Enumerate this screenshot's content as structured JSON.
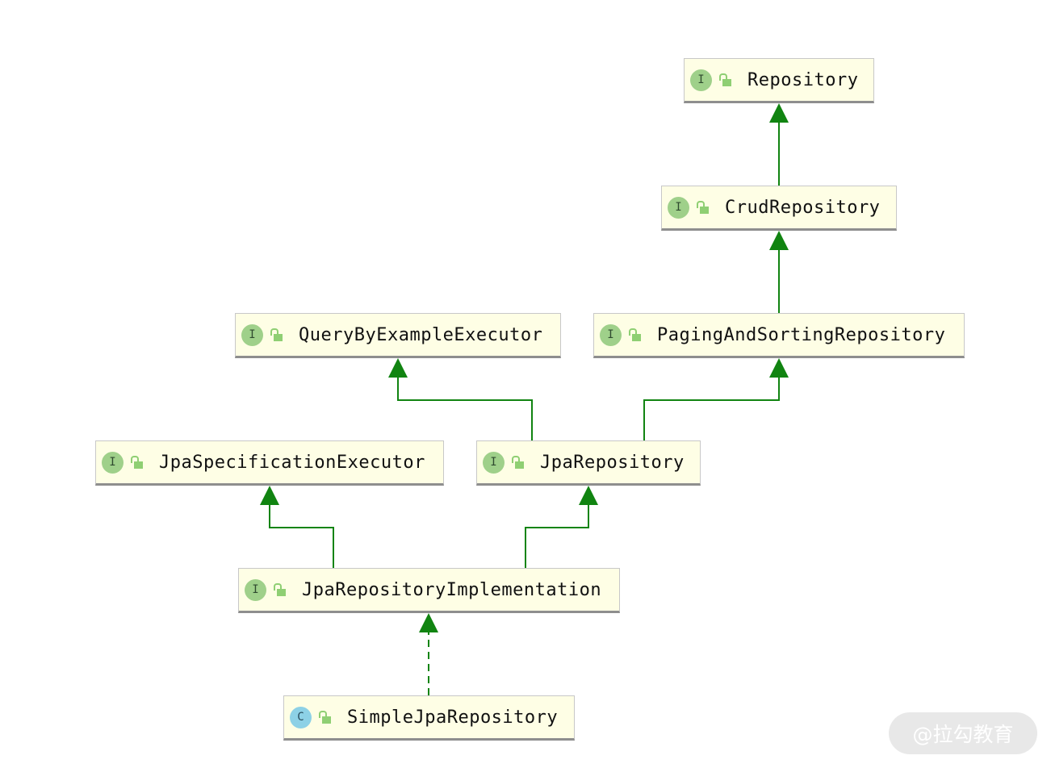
{
  "diagram": {
    "nodes": [
      {
        "id": "repository",
        "kind": "interface",
        "badge": "I",
        "label": "Repository"
      },
      {
        "id": "crud",
        "kind": "interface",
        "badge": "I",
        "label": "CrudRepository"
      },
      {
        "id": "qbe",
        "kind": "interface",
        "badge": "I",
        "label": "QueryByExampleExecutor"
      },
      {
        "id": "paging",
        "kind": "interface",
        "badge": "I",
        "label": "PagingAndSortingRepository"
      },
      {
        "id": "jpaspec",
        "kind": "interface",
        "badge": "I",
        "label": "JpaSpecificationExecutor"
      },
      {
        "id": "jparepo",
        "kind": "interface",
        "badge": "I",
        "label": "JpaRepository"
      },
      {
        "id": "jpaimpl",
        "kind": "interface",
        "badge": "I",
        "label": "JpaRepositoryImplementation"
      },
      {
        "id": "simple",
        "kind": "class",
        "badge": "C",
        "label": "SimpleJpaRepository"
      }
    ],
    "edges": [
      {
        "from": "crud",
        "to": "repository",
        "style": "solid"
      },
      {
        "from": "paging",
        "to": "crud",
        "style": "solid"
      },
      {
        "from": "jparepo",
        "to": "qbe",
        "style": "solid"
      },
      {
        "from": "jparepo",
        "to": "paging",
        "style": "solid"
      },
      {
        "from": "jpaimpl",
        "to": "jpaspec",
        "style": "solid"
      },
      {
        "from": "jpaimpl",
        "to": "jparepo",
        "style": "solid"
      },
      {
        "from": "simple",
        "to": "jpaimpl",
        "style": "dashed"
      }
    ],
    "colors": {
      "edge": "#118411",
      "node_fill": "#fefee5",
      "interface_badge": "#9fd08a",
      "class_badge": "#8dd1e6",
      "lock": "#8fcf73"
    }
  },
  "watermark": {
    "text": "@拉勾教育"
  }
}
